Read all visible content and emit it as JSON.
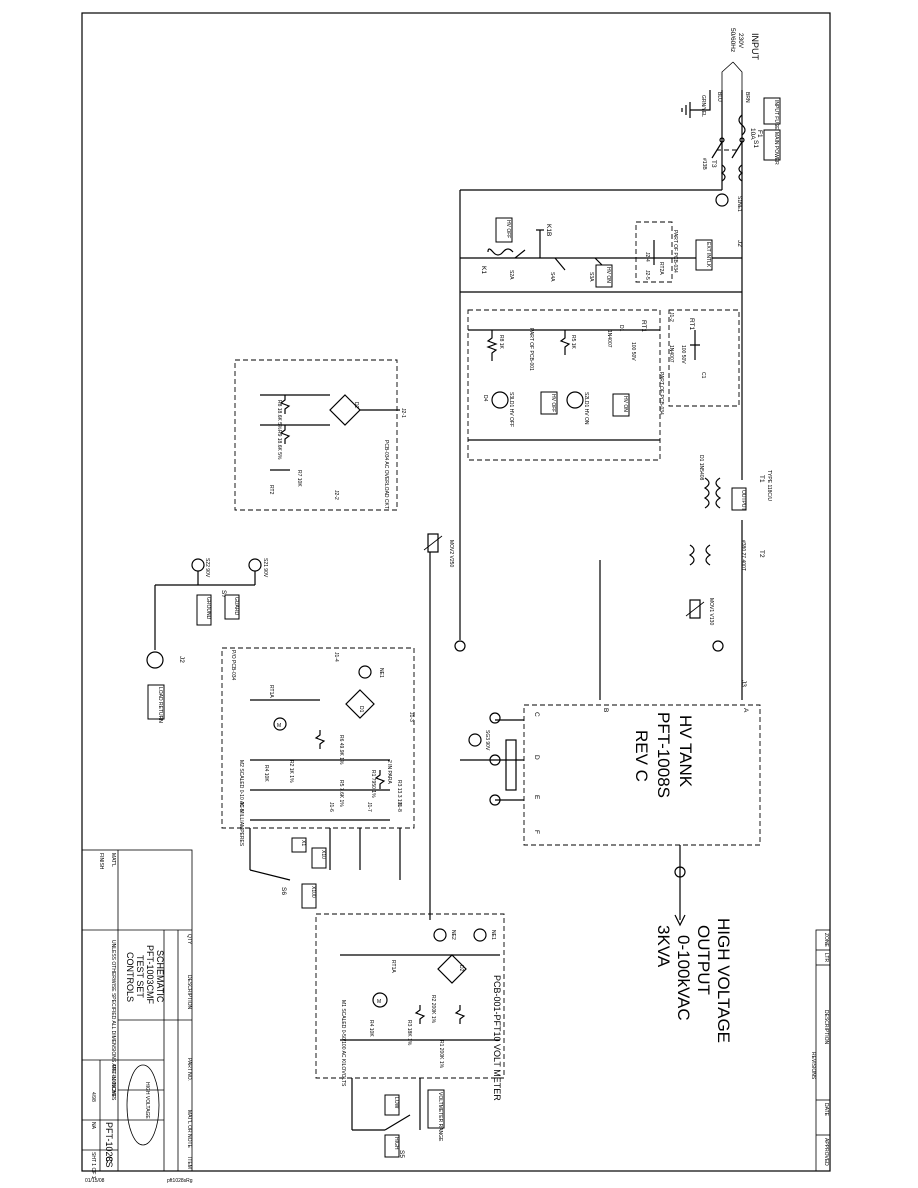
{
  "input": {
    "label": "INPUT",
    "voltage": "230V",
    "frequency": "50/60Hz",
    "wires": [
      "BRN",
      "BLU",
      "GRN/YEL"
    ]
  },
  "fuse": {
    "ref": "F1",
    "rating": "10A",
    "tag": "INPUT FUSE"
  },
  "main_switch": {
    "ref": "S1",
    "tag": "MAIN POWER"
  },
  "relay_labels": {
    "k1": "K1",
    "k1b": "K1B",
    "k1a": "K1A",
    "s2a": "S2A",
    "s3a": "S3A",
    "s4a": "S4A",
    "t3": "T3",
    "t3_sub": "#13B",
    "ne1": "S1NE1"
  },
  "tags": {
    "hv_off": "HV OFF",
    "hv_on": "HV ON",
    "ext_intlk": "EXT INTLK",
    "output": "OUTPUT",
    "guard": "GUARD",
    "ground": "GROUND",
    "load_return": "LOAD RETURN",
    "x1": "X1",
    "x10": "X10",
    "x100": "X100",
    "low": "LOW",
    "high": "HIGH",
    "vm_range": "VOLTMETER RANGE"
  },
  "connectors": {
    "j1": "J1",
    "j2": "J2",
    "j3": "J3"
  },
  "pcb034_top": {
    "title": "PART OF PCB-034",
    "rt": "RT2A",
    "pins": [
      "J2-4",
      "J2-5"
    ]
  },
  "pcb_timer": {
    "title": "PART OF PCB-034",
    "rt": "RT1",
    "rt_val": "100 50V",
    "c": "C1",
    "diode": "1N4007",
    "pin": "J1-2"
  },
  "pcb001": {
    "title": "PART OF PCB-001",
    "r8": "R8 1K",
    "r5": "R5 1K",
    "rt": "RT1",
    "rt_val": "100 50V",
    "diode": "1N4007",
    "d4": "D4",
    "d1": "D1",
    "s3ld1": "S3LD1 HV OFF",
    "s2ld1": "S2LD1 HV ON"
  },
  "transformer_t1": {
    "ref": "T1",
    "type": "TYPE 118C/U",
    "diode": "D1 1N5408"
  },
  "transformer_t2": {
    "ref": "T2",
    "code": "#380 27 400T"
  },
  "mov": {
    "mov1": "MOV1 V130",
    "mov2": "MOV2 V250"
  },
  "overload": {
    "title": "PCB-034 AC OVERLOAD CKT",
    "d2": "D2",
    "r8": "R8 18.6K 5%",
    "r9": "R9 18.6K 5%",
    "r7": "R7 10K",
    "rt": "RT2",
    "j21": "J2-1",
    "j22": "J2-2"
  },
  "ma_meter": {
    "title": "P/O PCB-034",
    "j14": "J1-4",
    "j13": "J1-3",
    "j15": "J1-5",
    "j16": "J1-6",
    "j17": "J1-7",
    "j18": "J1-8",
    "ne1": "NE1",
    "d1": "D1",
    "rt": "RT1A",
    "m2": "M2 SCALED 0-10 AC MILLIAMPERES",
    "r1": "R1 7950 1%",
    "r2": "R2 1K 1%",
    "r3": "R3 13.3 1%",
    "r4": "R4 10K",
    "r5": "R5 7.6K 1%",
    "r6": "R6 49.9K 1%",
    "r10": "2 IN PARA"
  },
  "guard_switch": {
    "s7": "S7",
    "s21": "S21 90V",
    "s22": "S22 90V",
    "j2": "J2"
  },
  "hv_tank": {
    "title": "HV TANK",
    "model": "PFT-1008S",
    "rev": "REV C",
    "terminals": [
      "A",
      "B",
      "C",
      "D",
      "E",
      "F"
    ],
    "sg3": "SG3 90V"
  },
  "hv_output": {
    "line1": "HIGH VOLTAGE",
    "line2": "OUTPUT",
    "line3": "0-100kVAC",
    "line4": "3KVA"
  },
  "volt_meter": {
    "title": "PCB-001-PFT10 VOLT METER",
    "ne1": "NE1",
    "ne2": "NE2",
    "d2": "D2",
    "rt": "RT1A",
    "m1": "M1 SCALED 0-50/100 AC KILOVOLTS",
    "r1": "R1 200K 1%",
    "r2": "R2 200K 1%",
    "r3": "R3 18K 1%",
    "r4": "R4 10K"
  },
  "switches": {
    "s5": "S5",
    "s6": "S6"
  },
  "title_block": {
    "title_lines": [
      "SCHEMATIC",
      "PFT-1003CMF",
      "TEST SET",
      "CONTROLS"
    ],
    "part_no": "PFT-1028S",
    "rev": "C",
    "sheet": "SHT 1 OF 1",
    "scale": "NA",
    "drawn": "4/98",
    "model": "PFT-1003CMF",
    "headers": {
      "qty": "QTY",
      "desc": "DESCRIPTION",
      "part": "PART NO.",
      "matl": "MAT'L OR NOTE",
      "item": "ITEM",
      "zone": "ZONE",
      "ltr": "LTR",
      "revisions": "REVISIONS",
      "date": "DATE",
      "approved": "APPROVED"
    },
    "notes": "UNLESS OTHERWISE SPECIFIED ALL DIMENSIONS ARE IN INCHES",
    "matl": "MAT'L",
    "finish": "FINISH"
  },
  "footer": {
    "date": "01/15/08",
    "file": "pft1028sRg"
  }
}
